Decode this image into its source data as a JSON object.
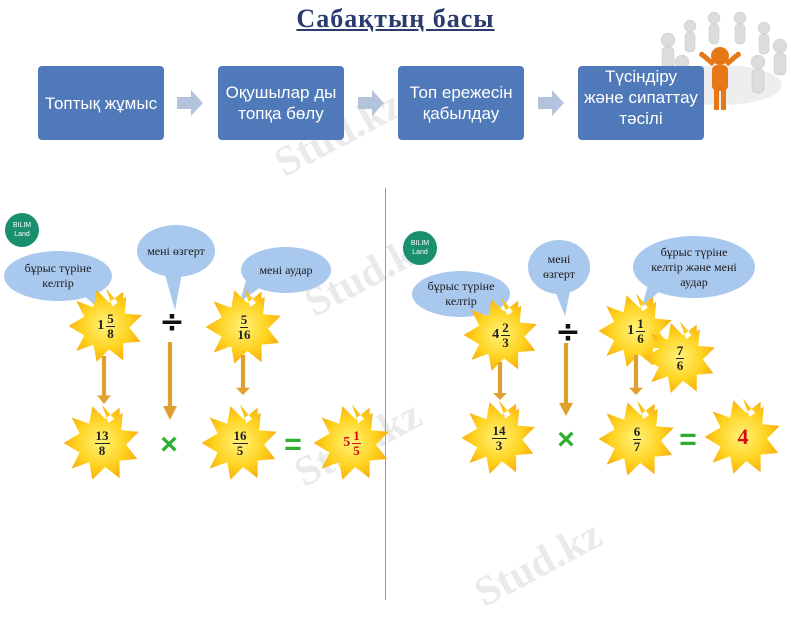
{
  "title": "Сабақтың басы",
  "steps": [
    "Топтық жұмыс",
    "Оқушылар ды топқа бөлу",
    "Топ ережесін қабылдау",
    "Түсіндіру және сипаттау тәсілі"
  ],
  "watermark": "Stud.kz",
  "logo": {
    "line1": "BILIM",
    "line2": "Land"
  },
  "left": {
    "bubbles": {
      "convert": "бұрыс түріне келтір",
      "change": "мені өзгерт",
      "flip": "мені аудар"
    },
    "top": {
      "mixed_whole": "1",
      "mixed_num": "5",
      "mixed_den": "8",
      "op": "÷",
      "second_num": "5",
      "second_den": "16"
    },
    "bottom": {
      "a_num": "13",
      "a_den": "8",
      "op": "×",
      "b_num": "16",
      "b_den": "5",
      "eq": "=",
      "res_whole": "5",
      "res_num": "1",
      "res_den": "5"
    }
  },
  "right": {
    "bubbles": {
      "convert": "бұрыс түріне келтір",
      "change": "мені өзгерт",
      "flip": "бұрыс түріне келтір және мені аудар"
    },
    "top": {
      "mixed_whole": "4",
      "mixed_num": "2",
      "mixed_den": "3",
      "op": "÷",
      "second_whole": "1",
      "second_num": "1",
      "second_den": "6",
      "flip_num": "7",
      "flip_den": "6"
    },
    "bottom": {
      "a_num": "14",
      "a_den": "3",
      "op": "×",
      "b_num": "6",
      "b_den": "7",
      "eq": "=",
      "result": "4"
    }
  }
}
